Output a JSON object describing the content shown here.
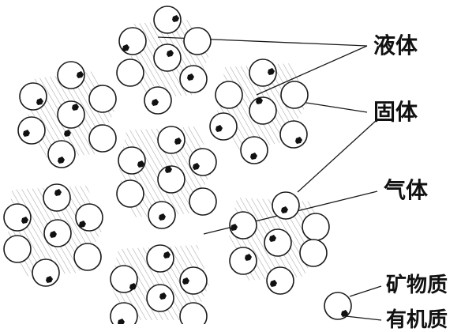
{
  "labels": {
    "liquid": "液体",
    "solid": "固体",
    "gas": "气体",
    "mineral": "矿物质",
    "organic": "有机质"
  },
  "colors": {
    "stroke": "#1a1a1a",
    "hatch": "#8a8a8a",
    "background": "#ffffff"
  }
}
